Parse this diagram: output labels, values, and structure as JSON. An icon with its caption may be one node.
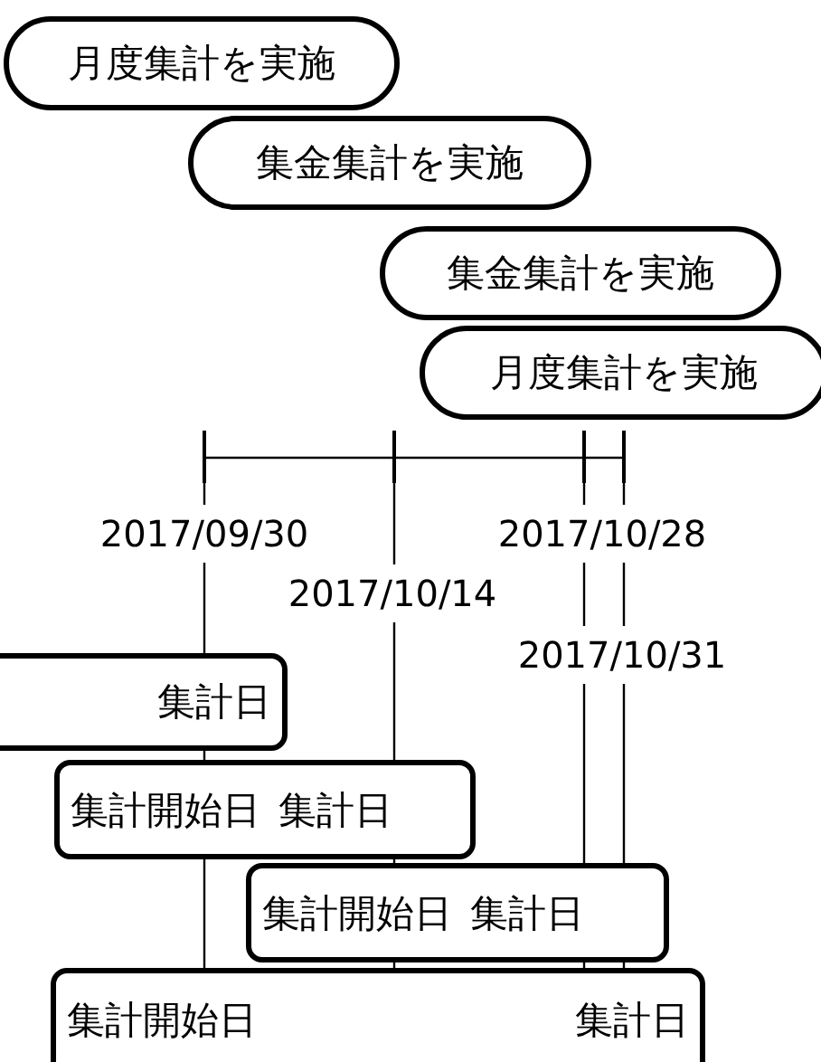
{
  "diagram": {
    "nodes": [
      {
        "text": [
          "月度集計を実施"
        ]
      },
      {
        "text": [
          "集金集計を実施"
        ]
      },
      {
        "text": [
          "集金集計を実施"
        ]
      },
      {
        "text": [
          "月度集計を実施"
        ]
      },
      {
        "text": [
          "集計日"
        ]
      },
      {
        "text": [
          "集計開始日",
          "集計日"
        ]
      },
      {
        "text": [
          "集計開始日",
          "集計日"
        ]
      },
      {
        "text": [
          "集計開始日",
          "集計日"
        ]
      }
    ],
    "labels": [
      "2017/09/30",
      "2017/10/28",
      "2017/10/14",
      "2017/10/31"
    ]
  }
}
